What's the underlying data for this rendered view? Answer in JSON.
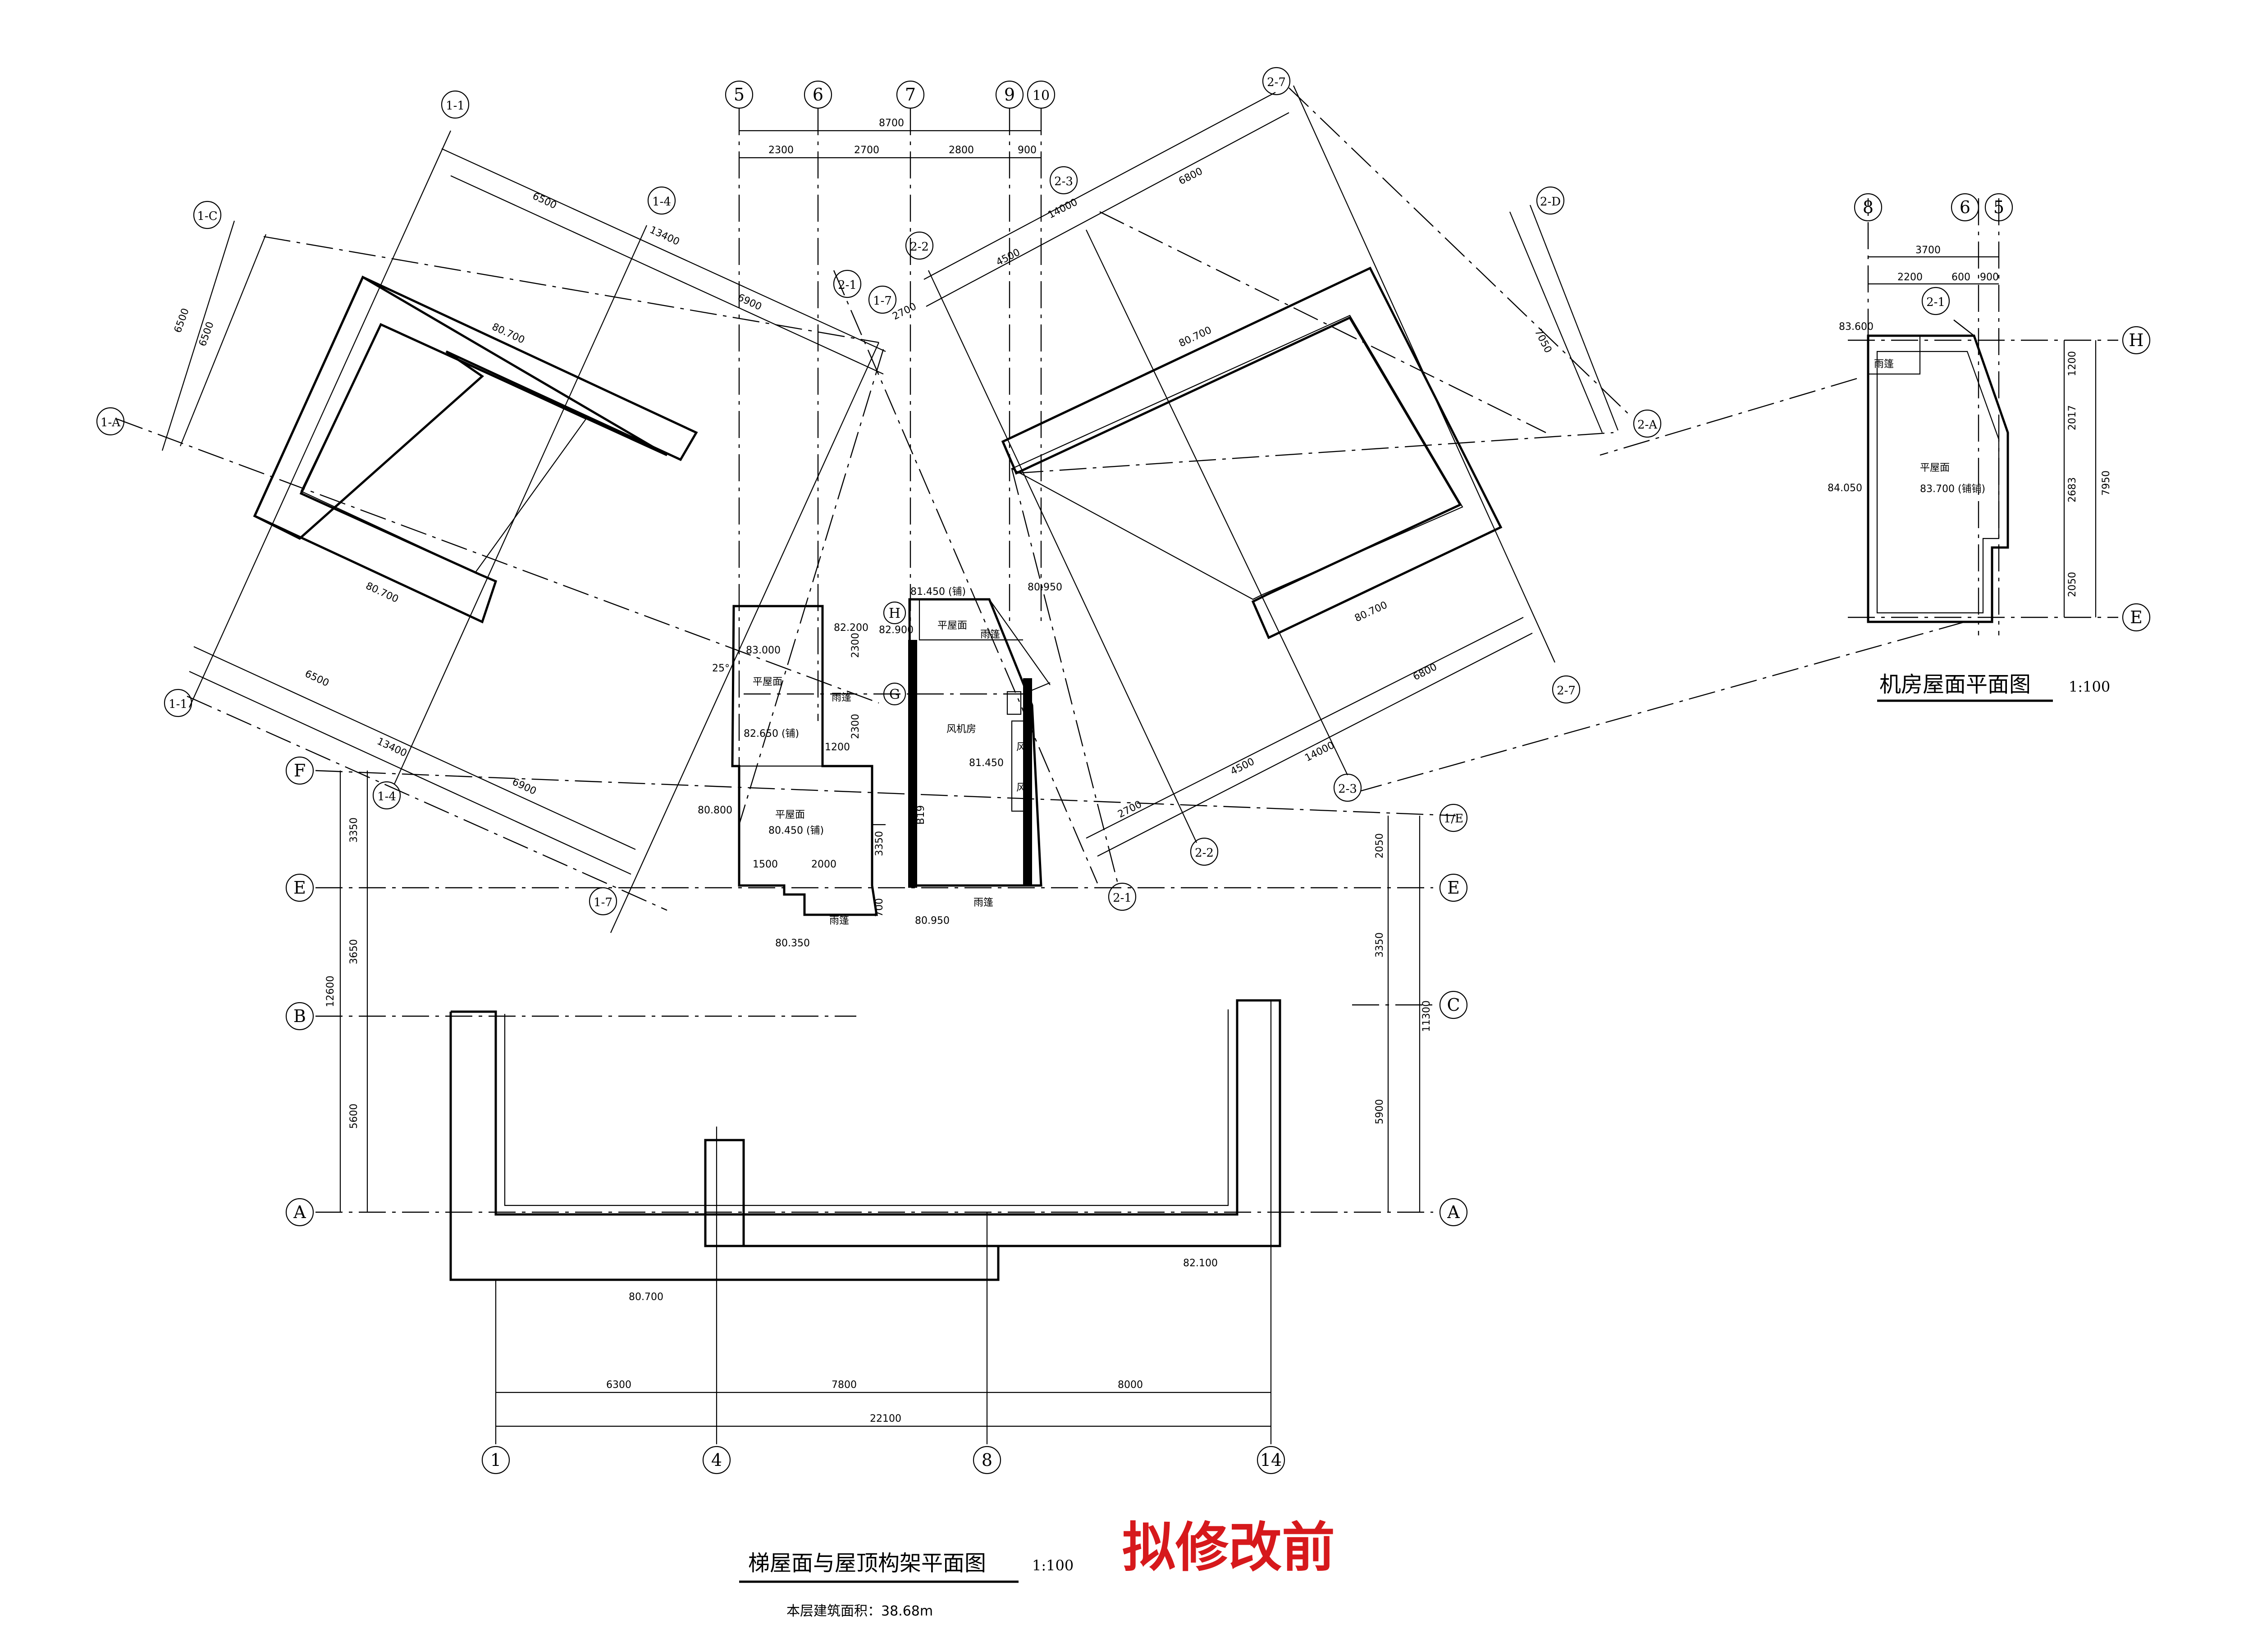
{
  "drawing": {
    "title": "梯屋面与屋顶构架平面图",
    "title_scale": "1:100",
    "status_stamp": "拟修改前",
    "area_note": "本层建筑面积：38.68m",
    "inset_title": "机房屋面平面图",
    "inset_scale": "1:100"
  },
  "axes_bottom": [
    "1",
    "4",
    "8",
    "14"
  ],
  "axes_top": [
    "5",
    "6",
    "7",
    "9",
    "10"
  ],
  "axes_left": [
    "F",
    "E",
    "B",
    "A"
  ],
  "axes_right": [
    "1/E",
    "E",
    "C",
    "A"
  ],
  "axes_left_wing": [
    "1-1",
    "1-C",
    "1-A",
    "1-4",
    "1-1",
    "1-4",
    "1-7",
    "1-7"
  ],
  "axes_right_wing": [
    "2-7",
    "2-3",
    "2-D",
    "2-2",
    "2-1",
    "2-A",
    "2-7",
    "2-3",
    "2-2",
    "2-1"
  ],
  "axes_inset": [
    "8",
    "6",
    "5",
    "H",
    "E",
    "2-1"
  ],
  "axes_core": [
    "H",
    "G"
  ],
  "dims_bottom": [
    "6300",
    "7800",
    "8000",
    "22100"
  ],
  "dims_top": [
    "8700",
    "2300",
    "2700",
    "2800",
    "900"
  ],
  "dims_left": [
    "3350",
    "3650",
    "5600",
    "12600"
  ],
  "dims_right": [
    "2050",
    "3350",
    "5900",
    "11300"
  ],
  "dims_left_wing": [
    "6500",
    "6500",
    "6500",
    "13400",
    "6900",
    "6500",
    "13400",
    "6900"
  ],
  "dims_right_wing": [
    "6800",
    "14000",
    "4500",
    "2700",
    "7050",
    "6800",
    "4500",
    "14000",
    "2700"
  ],
  "dims_core": [
    "2300",
    "2300",
    "1200",
    "3350",
    "1500",
    "2000",
    "700",
    "25°"
  ],
  "dims_inset": [
    "3700",
    "2200",
    "600",
    "900",
    "1200",
    "2017",
    "2683",
    "2050",
    "7950"
  ],
  "elevations": [
    "80.700",
    "80.700",
    "80.700",
    "80.700",
    "80.700",
    "82.100",
    "83.000",
    "82.200",
    "82.900",
    "82.650 (铺)",
    "80.800",
    "80.450 (铺)",
    "80.350",
    "81.450 (铺)",
    "80.950",
    "81.450",
    "80.950",
    "83.600",
    "84.050",
    "83.700 (铺铺)"
  ],
  "room_labels": [
    "平屋面",
    "平屋面",
    "风机房",
    "平屋面",
    "雨篷",
    "雨篷",
    "雨篷",
    "雨篷",
    "风",
    "风",
    "B19"
  ]
}
